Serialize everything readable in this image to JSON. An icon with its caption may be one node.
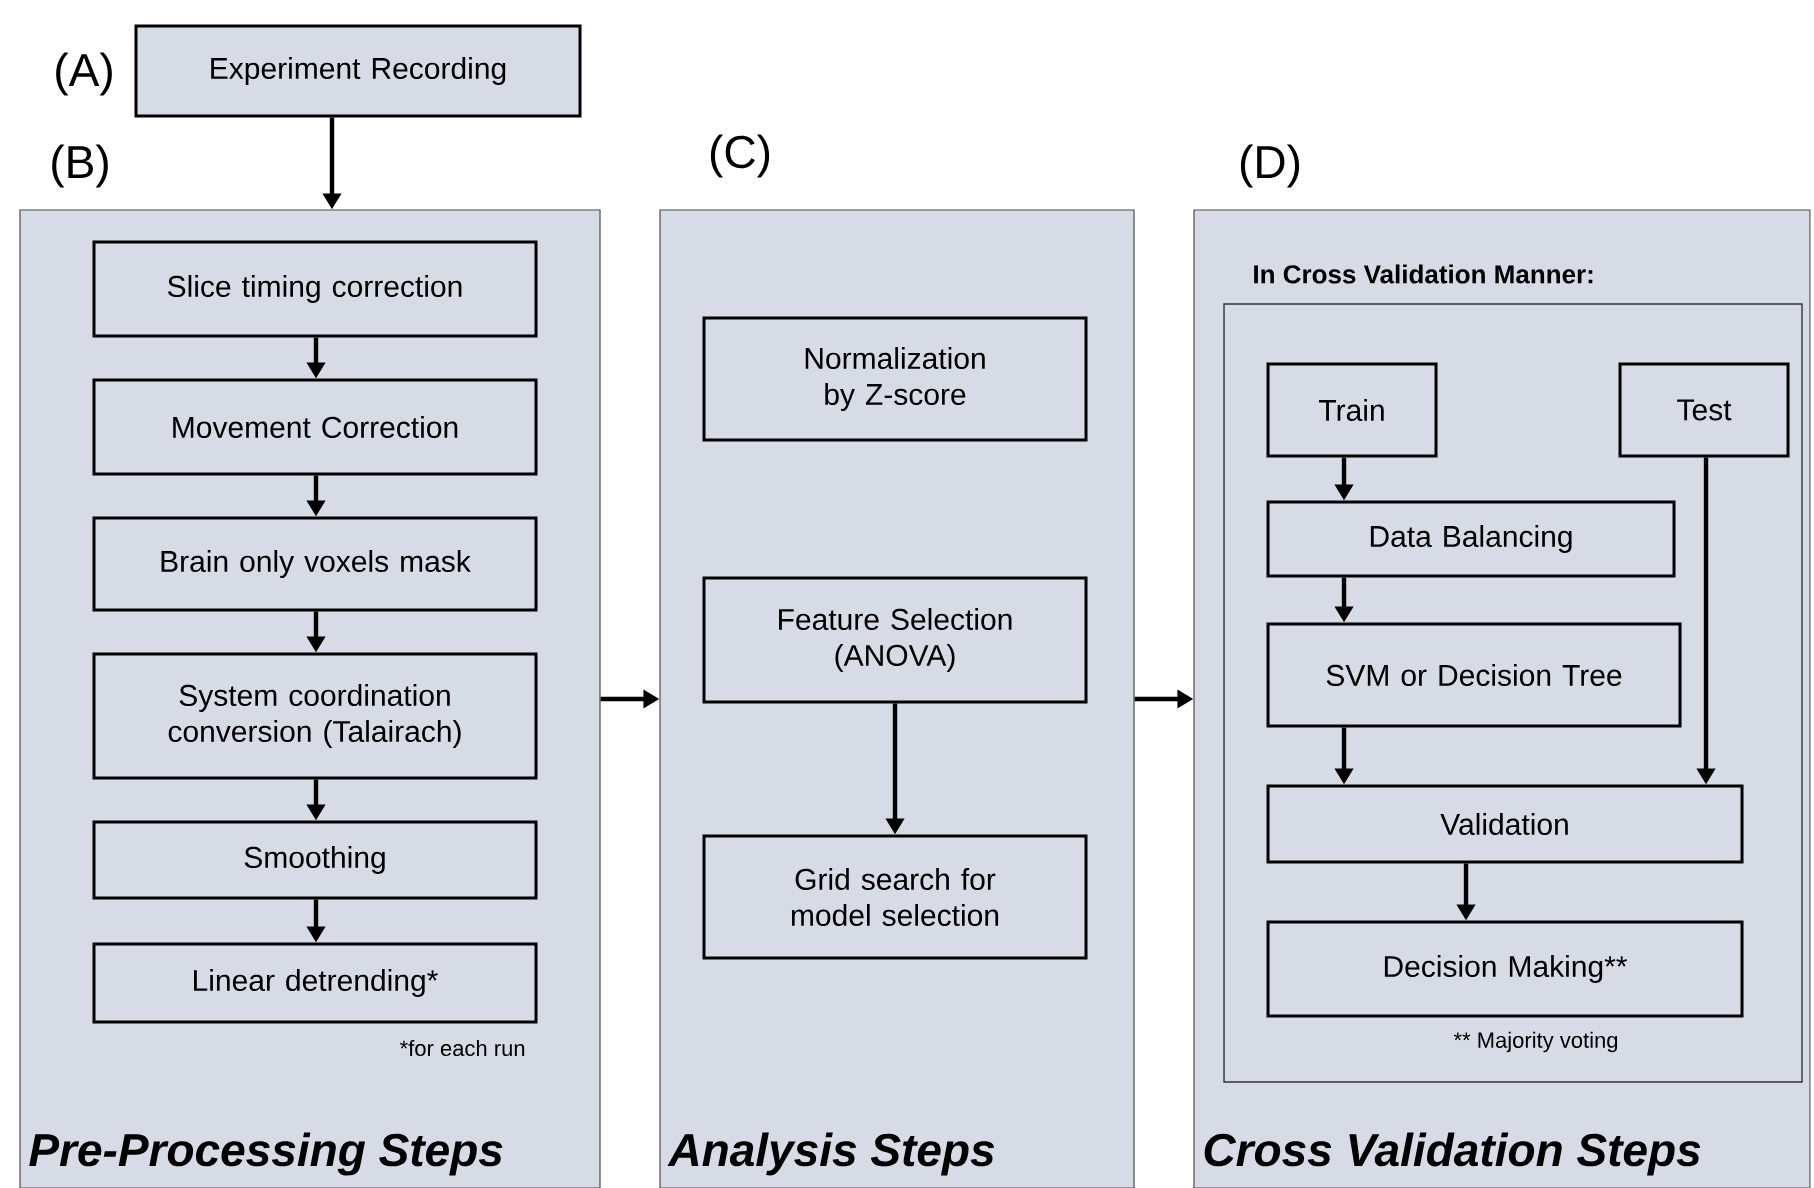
{
  "diagram": {
    "nodes": [
      {
        "text": [
          "Experiment Recording"
        ],
        "beside": [
          "(A)"
        ]
      },
      {
        "text": [
          "(B)",
          "Pre-Processing Steps"
        ]
      },
      {
        "text": [
          "Slice timing correction"
        ],
        "in": 1
      },
      {
        "text": [
          "Movement Correction"
        ],
        "in": 1
      },
      {
        "text": [
          "Brain only voxels mask"
        ],
        "in": 1
      },
      {
        "text": [
          "System coordination conversion (Talairach)"
        ],
        "in": 1
      },
      {
        "text": [
          "Smoothing"
        ],
        "in": 1
      },
      {
        "text": [
          "Linear detrending*"
        ],
        "in": 1,
        "beside": [
          "*for each run"
        ]
      },
      {
        "text": [
          "(C)",
          "Analysis Steps"
        ]
      },
      {
        "text": [
          "Normalization by Z-score"
        ],
        "in": 8
      },
      {
        "text": [
          "Feature Selection (ANOVA)"
        ],
        "in": 8
      },
      {
        "text": [
          "Grid search for model selection"
        ],
        "in": 8
      },
      {
        "text": [
          "(D)",
          "Cross Validation Steps"
        ]
      },
      {
        "text": [
          "In Cross Validation Manner:"
        ],
        "in": 12
      },
      {
        "text": [
          "Train"
        ],
        "in": 13
      },
      {
        "text": [
          "Test"
        ],
        "in": 13
      },
      {
        "text": [
          "Data Balancing"
        ],
        "in": 13
      },
      {
        "text": [
          "SVM or Decision Tree"
        ],
        "in": 13
      },
      {
        "text": [
          "Validation"
        ],
        "in": 13
      },
      {
        "text": [
          "Decision Making**"
        ],
        "in": 13,
        "beside": [
          "** Majority voting"
        ]
      }
    ],
    "edges": [
      {
        "from": 0,
        "to": 1,
        "arrow": "to"
      },
      {
        "from": 2,
        "to": 3,
        "arrow": "to"
      },
      {
        "from": 3,
        "to": 4,
        "arrow": "to"
      },
      {
        "from": 4,
        "to": 5,
        "arrow": "to"
      },
      {
        "from": 5,
        "to": 6,
        "arrow": "to"
      },
      {
        "from": 6,
        "to": 7,
        "arrow": "to"
      },
      {
        "from": 1,
        "to": 8,
        "arrow": "to"
      },
      {
        "from": 10,
        "to": 11,
        "arrow": "to"
      },
      {
        "from": 8,
        "to": 12,
        "arrow": "to"
      },
      {
        "from": 14,
        "to": 16,
        "arrow": "to"
      },
      {
        "from": 16,
        "to": 17,
        "arrow": "to"
      },
      {
        "from": 17,
        "to": 18,
        "arrow": "to"
      },
      {
        "from": 15,
        "to": 18,
        "arrow": "to"
      },
      {
        "from": 18,
        "to": 19,
        "arrow": "to"
      }
    ]
  }
}
